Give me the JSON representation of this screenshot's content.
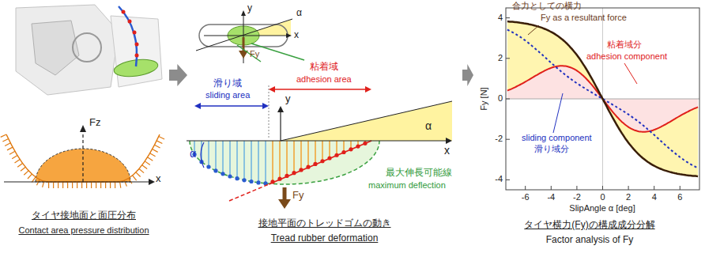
{
  "diagram": {
    "nodes": [
      {
        "text": [
          "タイヤ接地面と面圧分布",
          "Contact area pressure distribution"
        ]
      },
      {
        "text": [
          "接地平面のトレッドゴムの動き",
          "Tread rubber deformation"
        ]
      },
      {
        "text": [
          "タイヤ横力(Fy)の構成成分分解",
          "Factor analysis of Fy"
        ]
      }
    ],
    "edges": [
      {
        "from": 0,
        "to": 1,
        "arrow": "to"
      },
      {
        "from": 1,
        "to": 2,
        "arrow": "to"
      }
    ],
    "labels": [
      "Fz",
      "x",
      "y",
      "x",
      "α",
      "Fy",
      "滑り域",
      "sliding area",
      "粘着域",
      "adhesion area",
      "y",
      "α",
      "x",
      "α",
      "Fy",
      "最大伸長可能線",
      "maximum deflection",
      "合力としての横力",
      "Fy as a resultant force",
      "粘着域分",
      "adhesion component",
      "sliding component",
      "滑り域分",
      "4",
      "2",
      "0",
      "-2",
      "-4",
      "Fy [N]",
      "-6",
      "-4",
      "-2",
      "0",
      "2",
      "4",
      "6",
      "SlipAngle α [deg]"
    ]
  }
}
